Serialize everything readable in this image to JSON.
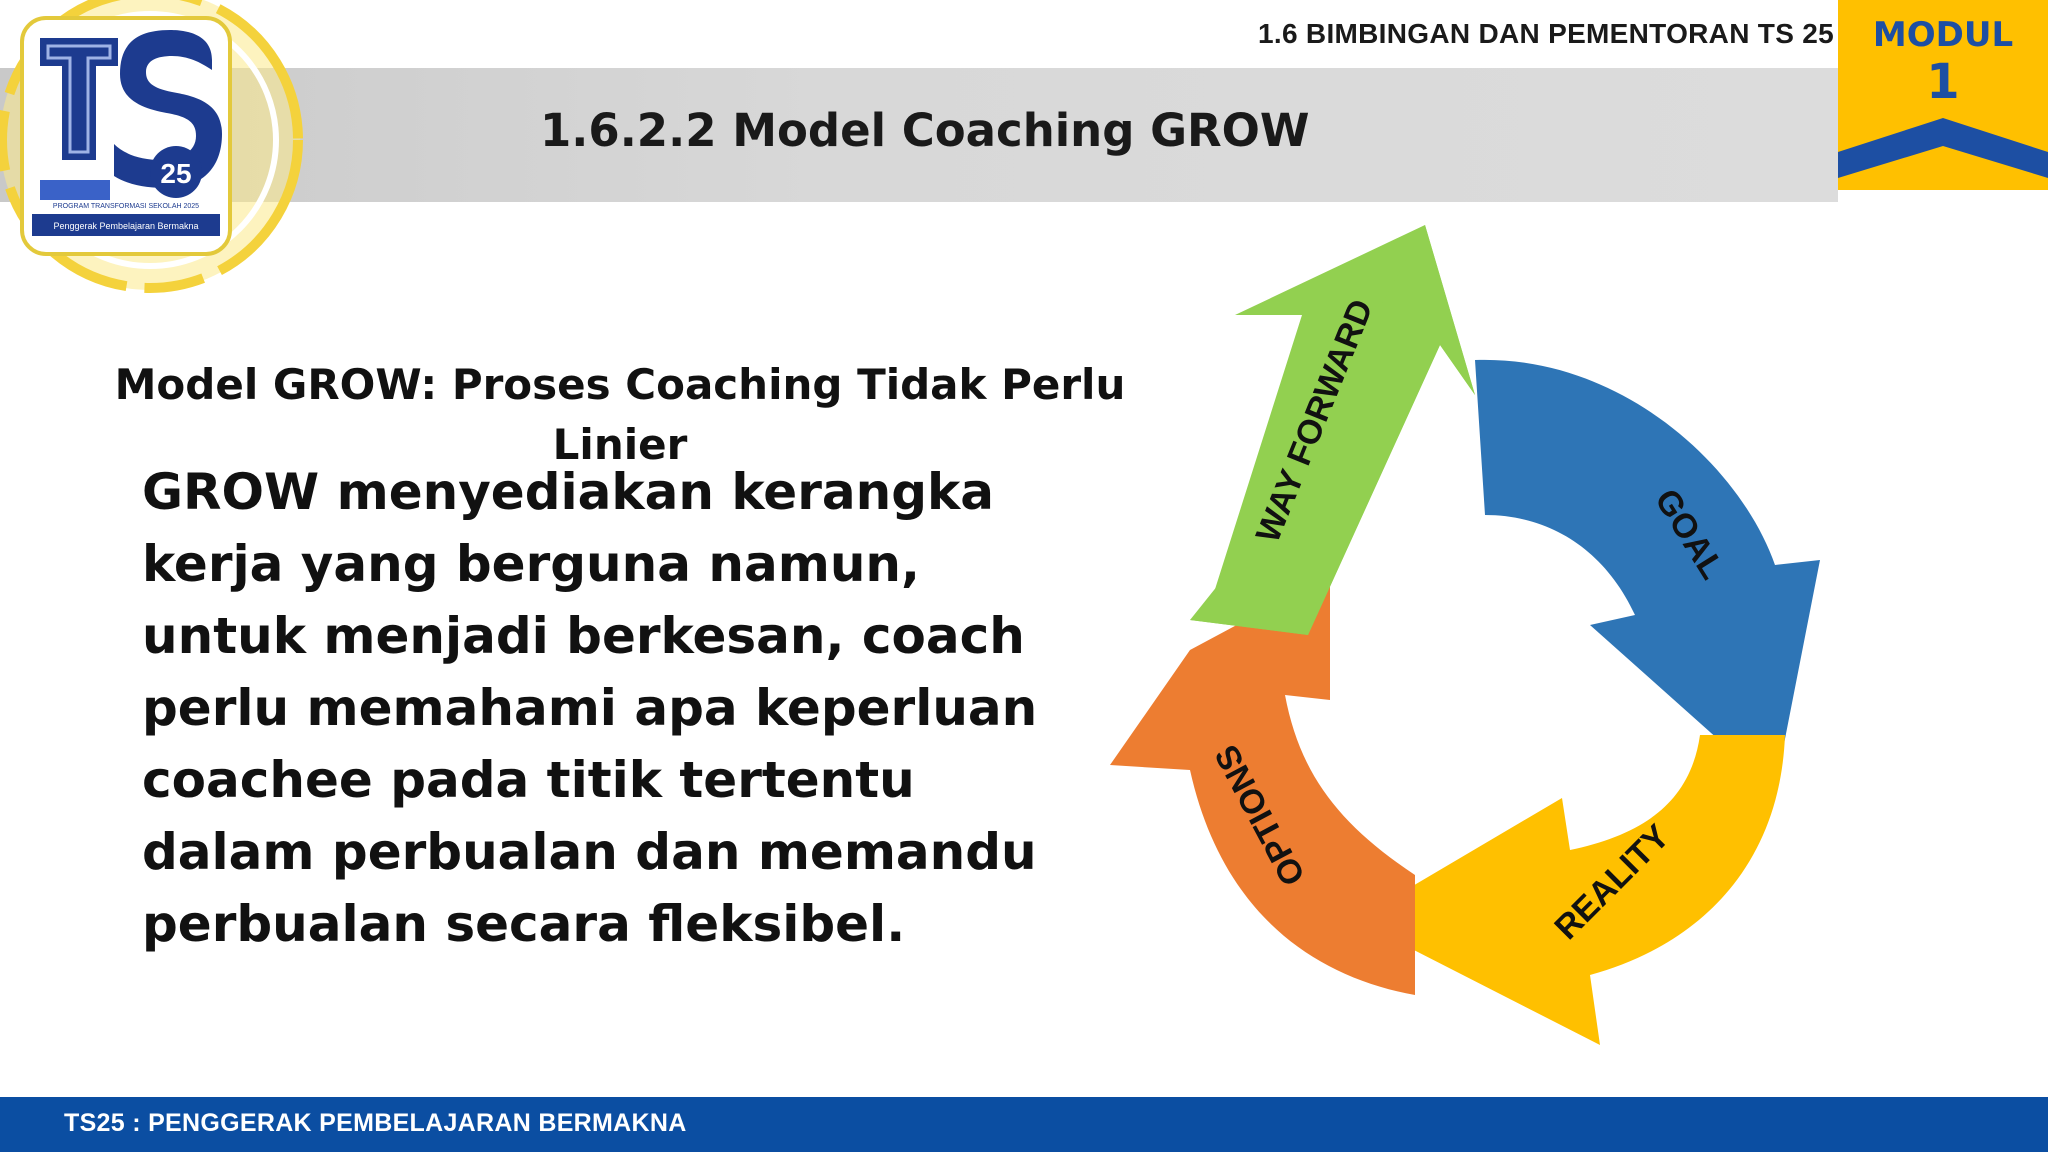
{
  "header": {
    "section_label": "1.6 BIMBINGAN DAN PEMENTORAN TS 25",
    "slide_title": "1.6.2.2 Model Coaching GROW",
    "module_word": "MODUL",
    "module_number": "1"
  },
  "logo": {
    "mark_text": "25",
    "tagline": "PROGRAM TRANSFORMASI SEKOLAH 2025",
    "banner": "Penggerak Pembelajaran Bermakna"
  },
  "content": {
    "subtitle": "Model GROW: Proses Coaching Tidak Perlu Linier",
    "body": "GROW menyediakan kerangka kerja yang berguna namun, untuk menjadi berkesan, coach perlu memahami apa keperluan coachee pada titik tertentu dalam perbualan dan memandu perbualan secara fleksibel."
  },
  "cycle": {
    "stages": [
      {
        "label": "GOAL",
        "color": "#2e75b6"
      },
      {
        "label": "REALITY",
        "color": "#ffc000"
      },
      {
        "label": "OPTIONS",
        "color": "#ed7d31"
      },
      {
        "label": "WAY FORWARD",
        "color": "#92d050"
      }
    ]
  },
  "footer": {
    "text": "TS25 : PENGGERAK PEMBELAJARAN BERMAKNA"
  },
  "colors": {
    "brand_blue": "#0b4ea2",
    "brand_yellow": "#ffc000",
    "band_grey": "#d6d6d6"
  }
}
